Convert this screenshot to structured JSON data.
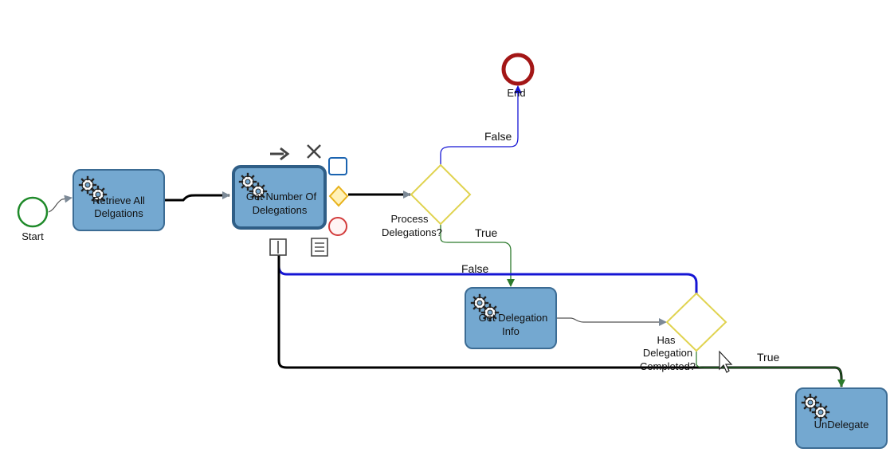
{
  "colors": {
    "task_fill": "#74a8d0",
    "task_stroke": "#3c6c94",
    "task_selected_stroke": "#2f5e86",
    "gateway_stroke": "#e0d350",
    "start_stroke": "#1f8a2a",
    "end_stroke": "#a31616",
    "flow_default": "#000000",
    "flow_true": "#2c7a2c",
    "flow_false_blue": "#1515d4",
    "arrow_gray": "#7d8a97"
  },
  "events": {
    "start": {
      "label": "Start"
    },
    "end": {
      "label": "End"
    }
  },
  "tasks": {
    "retrieve": {
      "line1": "Retrieve All",
      "line2": "Delgations",
      "icon": "gear-icon"
    },
    "get_number": {
      "line1": "Get Number Of",
      "line2": "Delegations",
      "icon": "gear-icon"
    },
    "get_info": {
      "line1": "Get Delegation",
      "line2": "Info",
      "icon": "gear-icon"
    },
    "undelegate": {
      "line1": "UnDelegate",
      "line2": "",
      "icon": "gear-icon"
    }
  },
  "gateways": {
    "process": {
      "line1": "Process",
      "line2": "Delegations?"
    },
    "has": {
      "line1": "Has",
      "line2": "Delegation",
      "line3": "Completed?"
    }
  },
  "edges": {
    "process_false": "False",
    "process_true": "True",
    "has_false": "False",
    "has_true": "True"
  },
  "context_pad": {
    "items": [
      "connect-arrow-icon",
      "delete-icon",
      "append-task-icon",
      "append-gateway-icon",
      "append-end-event-icon",
      "properties-icon",
      "notes-icon"
    ]
  }
}
